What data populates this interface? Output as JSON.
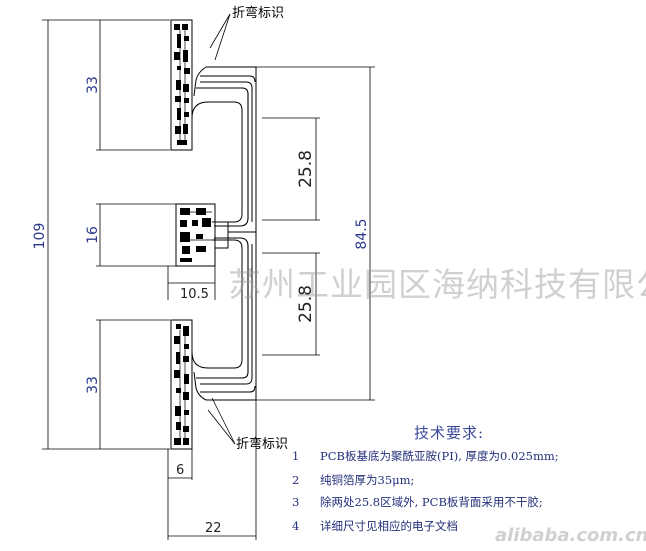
{
  "labels": {
    "bend_mark_top": "折弯标识",
    "bend_mark_bottom": "折弯标识"
  },
  "dimensions": {
    "total_height": "109",
    "top_pad_height": "33",
    "center_pad_height": "16",
    "bottom_pad_height": "33",
    "upper_strip": "25.8",
    "lower_strip": "25.8",
    "strip_total": "84.5",
    "center_pad_width": "10.5",
    "pad_width": "6",
    "total_width": "22"
  },
  "notes": {
    "title": "技术要求:",
    "items": [
      {
        "num": "1",
        "text": "PCB板基底为聚酰亚胺(PI), 厚度为0.025mm;"
      },
      {
        "num": "2",
        "text": "纯铜箔厚为35μm;"
      },
      {
        "num": "3",
        "text": "除两处25.8区域外, PCB板背面采用不干胶;"
      },
      {
        "num": "4",
        "text": "详细尺寸见相应的电子文档"
      }
    ]
  },
  "watermark": "苏州工业园区海纳科技有限公司",
  "site_watermark": "alibaba.com.cn"
}
